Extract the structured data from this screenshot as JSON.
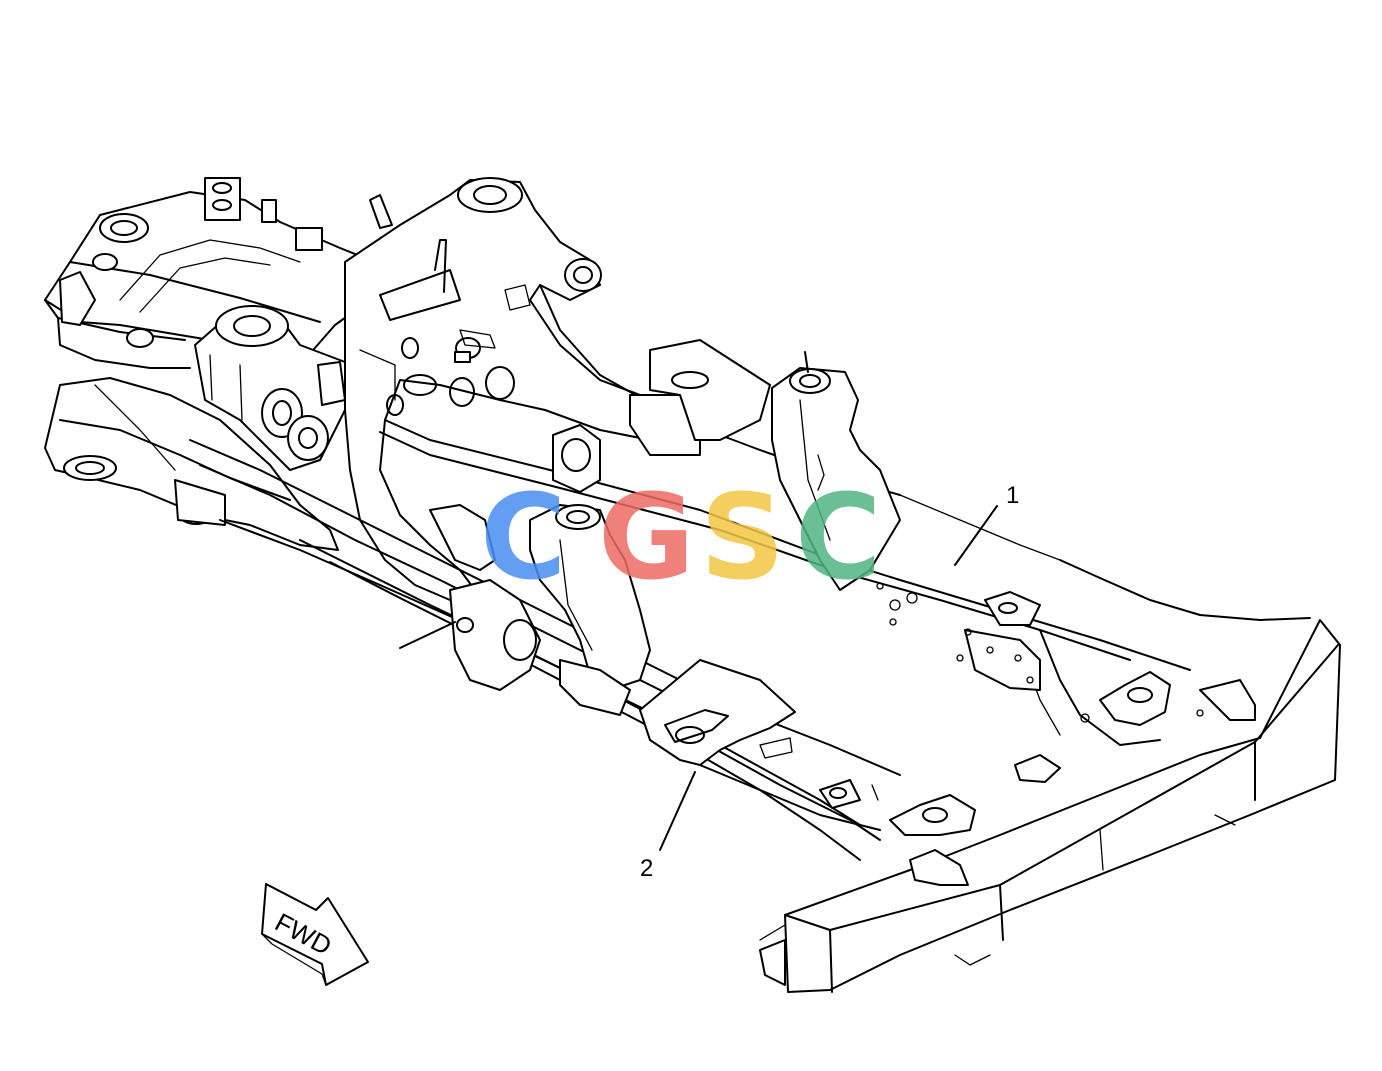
{
  "callouts": [
    {
      "number": "1"
    },
    {
      "number": "2"
    }
  ],
  "direction_arrow": {
    "label": "FWD"
  },
  "watermark": {
    "letters": [
      "C",
      "G",
      "S",
      "C"
    ],
    "colors": [
      "#4a8ef0",
      "#ee6b63",
      "#f3c744",
      "#52b583"
    ]
  },
  "colors": {
    "line": "#000000",
    "background": "#ffffff"
  }
}
